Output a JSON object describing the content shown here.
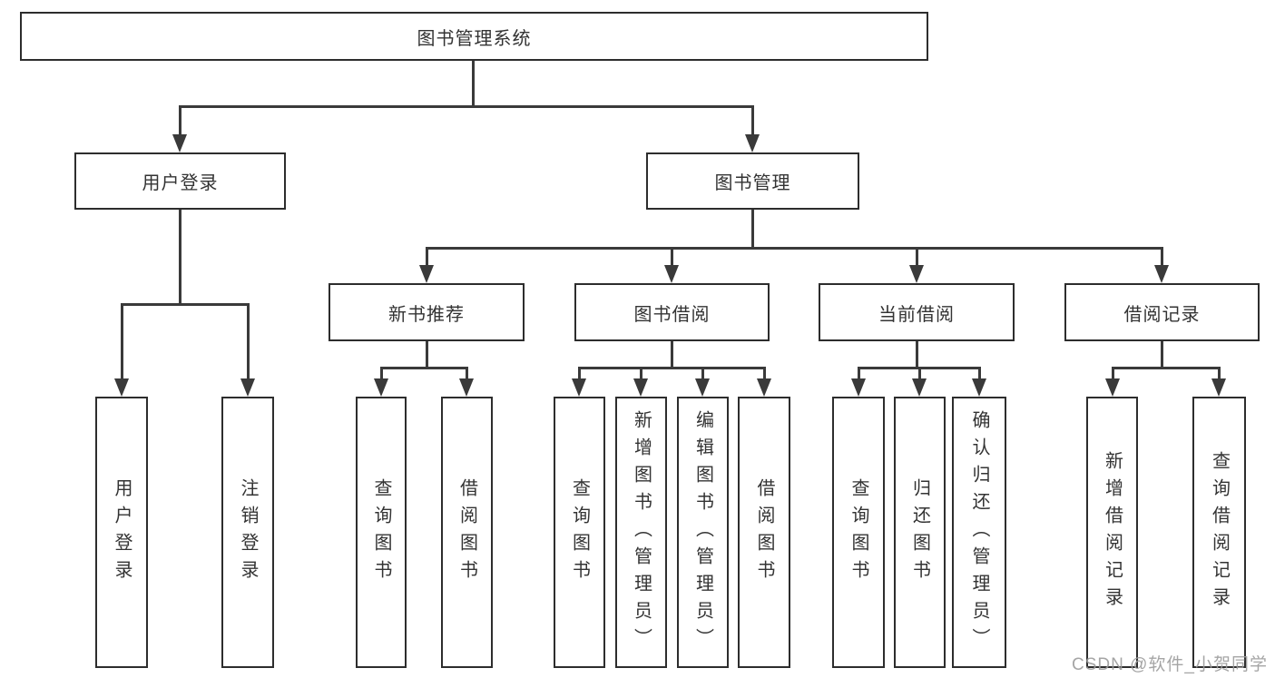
{
  "tree": {
    "root": {
      "label": "图书管理系统"
    },
    "branches": [
      {
        "label": "用户登录",
        "children": [
          {
            "label": "用户登录"
          },
          {
            "label": "注销登录"
          }
        ]
      },
      {
        "label": "图书管理",
        "children": [
          {
            "label": "新书推荐",
            "children": [
              {
                "label": "查询图书"
              },
              {
                "label": "借阅图书"
              }
            ]
          },
          {
            "label": "图书借阅",
            "children": [
              {
                "label": "查询图书"
              },
              {
                "label": "新增图书（管理员）"
              },
              {
                "label": "编辑图书（管理员）"
              },
              {
                "label": "借阅图书"
              }
            ]
          },
          {
            "label": "当前借阅",
            "children": [
              {
                "label": "查询图书"
              },
              {
                "label": "归还图书"
              },
              {
                "label": "确认归还（管理员）"
              }
            ]
          },
          {
            "label": "借阅记录",
            "children": [
              {
                "label": "新增借阅记录"
              },
              {
                "label": "查询借阅记录"
              }
            ]
          }
        ]
      }
    ]
  },
  "watermark": {
    "text": "CSDN @软件_小贺同学"
  },
  "colors": {
    "background": "#ffffff",
    "box_border": "#2d2d2d",
    "connector_line": "#3a3a3a",
    "text": "#333333",
    "watermark": "#9b9b9b"
  }
}
